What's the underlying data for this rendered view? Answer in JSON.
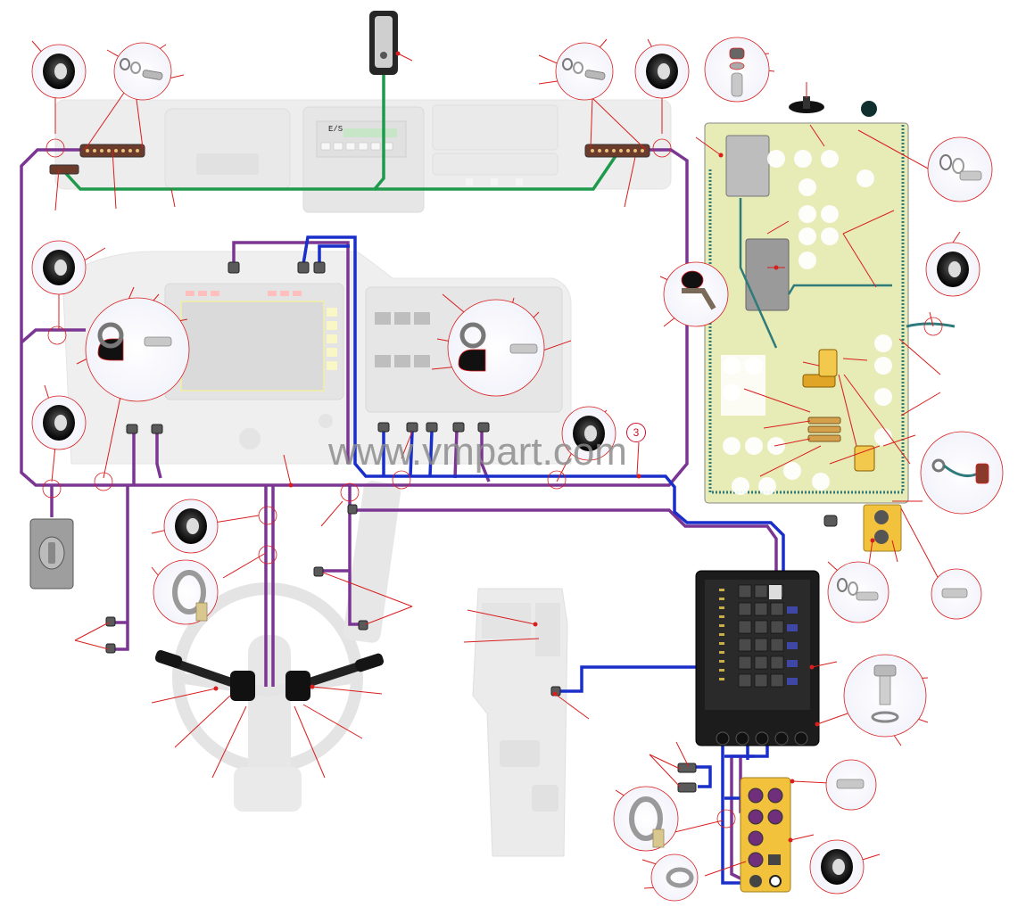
{
  "watermark": "www.vmpart.com",
  "callout_number": "3",
  "display_label": "E/S",
  "colors": {
    "harness_purple": "#7b3694",
    "harness_blue": "#1a2fc9",
    "harness_green": "#1f9a4c",
    "leader_red": "#d81e1e",
    "panel_yellow": "#e7ebb6",
    "relay_yellow": "#f2c94c",
    "controller_black": "#1c1c1c",
    "ghost_grey": "#e9e9e9"
  }
}
